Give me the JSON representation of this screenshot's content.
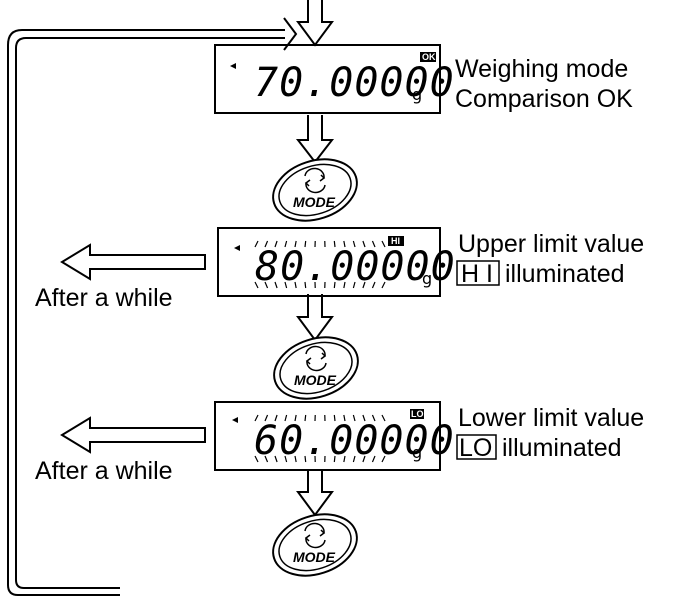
{
  "displays": [
    {
      "id": "weighing",
      "value": "70.00000",
      "unit": "g",
      "badge": "OK",
      "flashing": false
    },
    {
      "id": "upper",
      "value": "80.00000",
      "unit": "g",
      "badge": "HI",
      "flashing": true
    },
    {
      "id": "lower",
      "value": "60.00000",
      "unit": "g",
      "badge": "LO",
      "flashing": true
    }
  ],
  "captions": [
    {
      "line1": "Weighing mode",
      "line2": "Comparison OK"
    },
    {
      "line1": "Upper limit value",
      "boxed": "H I",
      "line2": "illuminated"
    },
    {
      "line1": "Lower limit value",
      "boxed": "LO",
      "line2": "illuminated"
    }
  ],
  "after_label": "After a while",
  "mode_key_label": "MODE"
}
